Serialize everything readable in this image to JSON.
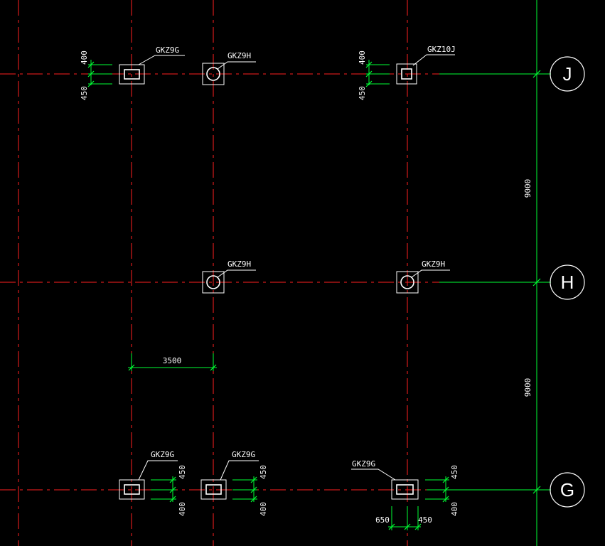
{
  "colors": {
    "background": "#000000",
    "grid_line": "#ff2020",
    "dimension": "#00ff33",
    "column": "#ffffff"
  },
  "axes": [
    {
      "id": "J",
      "label": "J"
    },
    {
      "id": "H",
      "label": "H"
    },
    {
      "id": "G",
      "label": "G"
    }
  ],
  "columns": [
    {
      "id": "c1",
      "tag": "GKZ9G",
      "shape": "rect"
    },
    {
      "id": "c2",
      "tag": "GKZ9H",
      "shape": "circle"
    },
    {
      "id": "c3",
      "tag": "GKZ10J",
      "shape": "square"
    },
    {
      "id": "c4",
      "tag": "GKZ9H",
      "shape": "circle"
    },
    {
      "id": "c5",
      "tag": "GKZ9H",
      "shape": "circle"
    },
    {
      "id": "c6",
      "tag": "GKZ9G",
      "shape": "rect"
    },
    {
      "id": "c7",
      "tag": "GKZ9G",
      "shape": "rect"
    },
    {
      "id": "c8",
      "tag": "GKZ9G",
      "shape": "rect"
    }
  ],
  "dimensions": {
    "bay_width": "3500",
    "span_JH": "9000",
    "span_HG": "9000",
    "top_left_upper": "400",
    "top_left_lower": "450",
    "top_mid_upper": "400",
    "top_mid_lower": "450",
    "bot_left_upper": "450",
    "bot_left_lower": "400",
    "bot_mid_upper": "450",
    "bot_mid_lower": "400",
    "bot_right_upper": "450",
    "bot_right_lower": "400",
    "bot_right_left": "650",
    "bot_right_right": "450"
  }
}
